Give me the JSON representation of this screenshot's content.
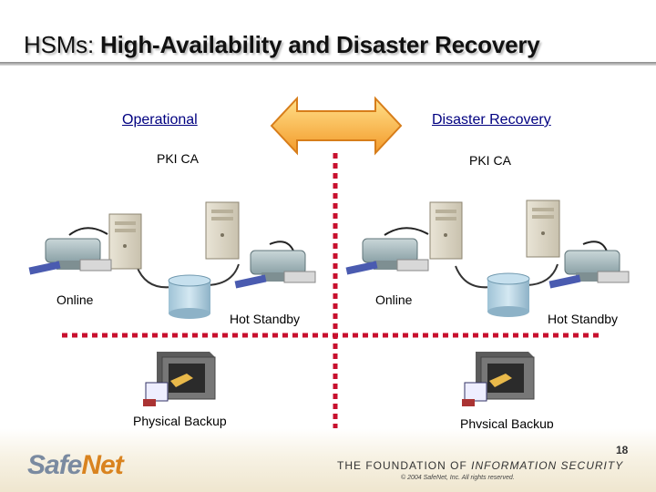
{
  "title": {
    "lead": "HSMs:",
    "rest": "High-Availability and Disaster Recovery"
  },
  "sites": {
    "operational": {
      "heading": "Operational",
      "pki": "PKI CA",
      "online": "Online",
      "standby": "Hot Standby",
      "backup": "Physical Backup"
    },
    "disaster": {
      "heading": "Disaster Recovery",
      "pki": "PKI CA",
      "online": "Online",
      "standby": "Hot Standby",
      "backup": "Physical Backup"
    }
  },
  "footer": {
    "logo_a": "Safe",
    "logo_b": "Net",
    "tagline_a": "THE FOUNDATION OF ",
    "tagline_b": "INFORMATION SECURITY",
    "copyright": "© 2004 SafeNet, Inc. All rights reserved.",
    "page": "18"
  },
  "colors": {
    "divider": "#c8102e",
    "arrow": "#f4a340",
    "heading": "#000080"
  },
  "icons": [
    "double-arrow-icon",
    "server-icon",
    "hsm-device-icon",
    "database-icon",
    "safe-icon"
  ]
}
